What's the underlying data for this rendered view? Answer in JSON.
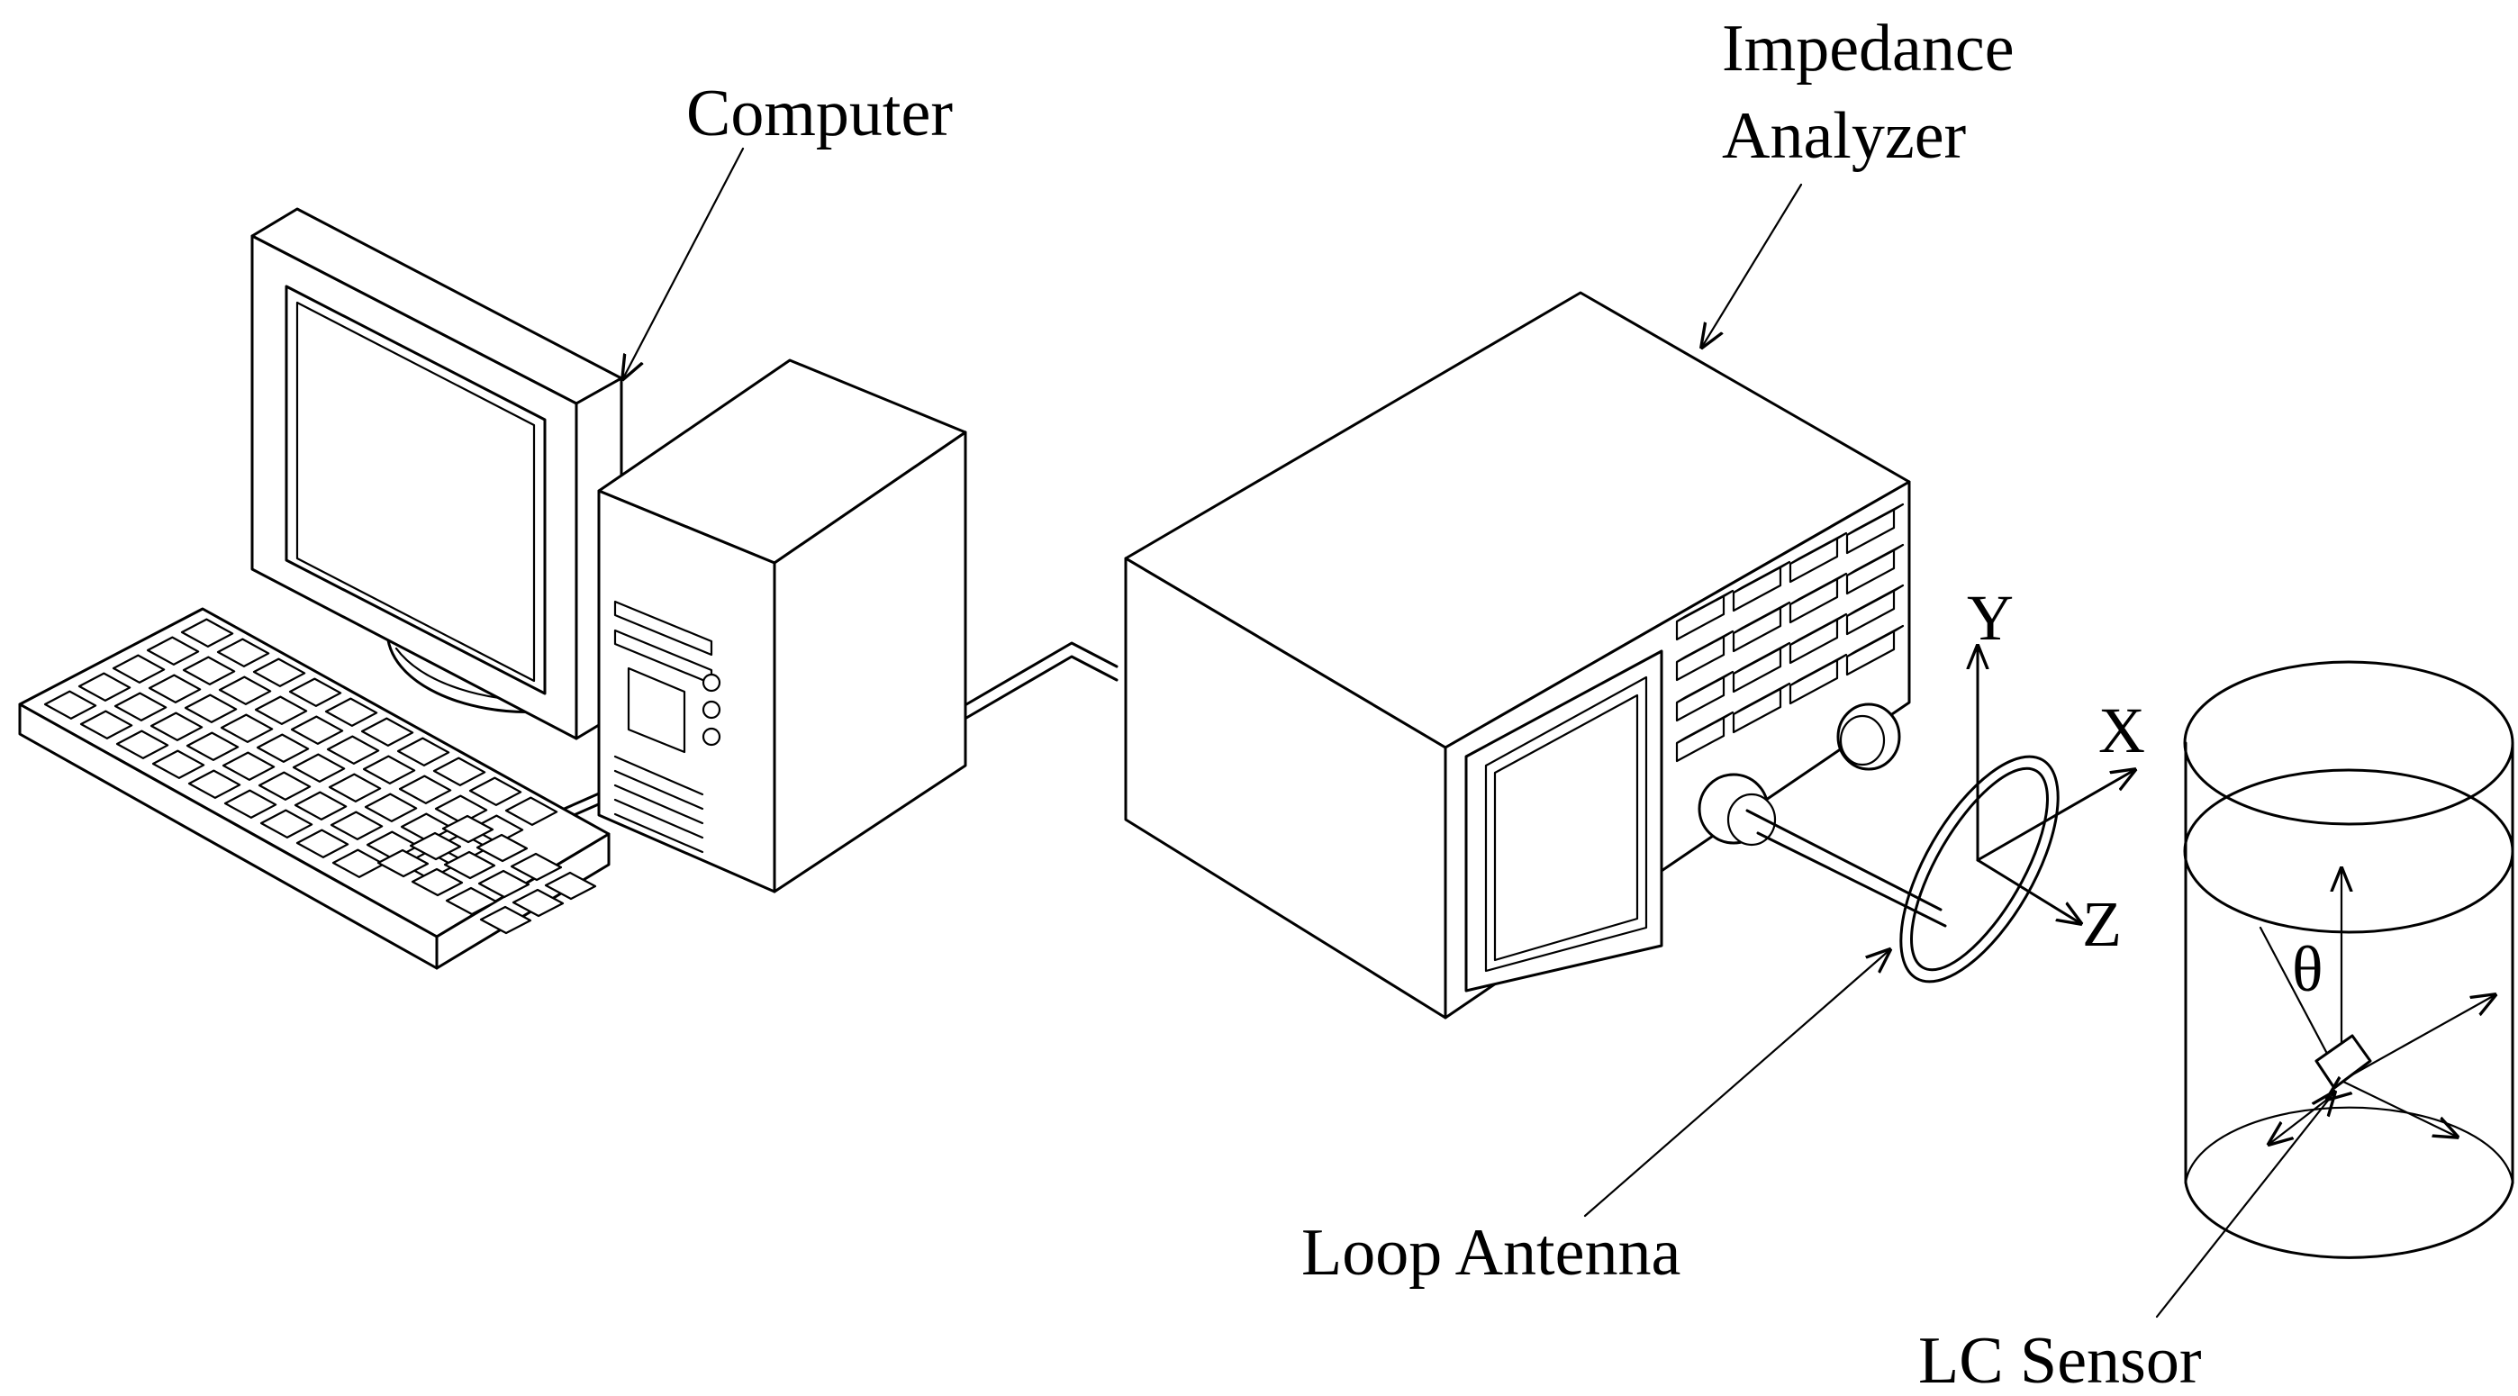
{
  "labels": {
    "computer": "Computer",
    "impedance_line1": "Impedance",
    "impedance_line2": "Analyzer",
    "loop_antenna": "Loop Antenna",
    "lc_sensor": "LC Sensor"
  },
  "axes": {
    "y": "Y",
    "x": "X",
    "z": "Z",
    "theta": "θ"
  },
  "colors": {
    "line": "#000000",
    "background": "#ffffff"
  }
}
